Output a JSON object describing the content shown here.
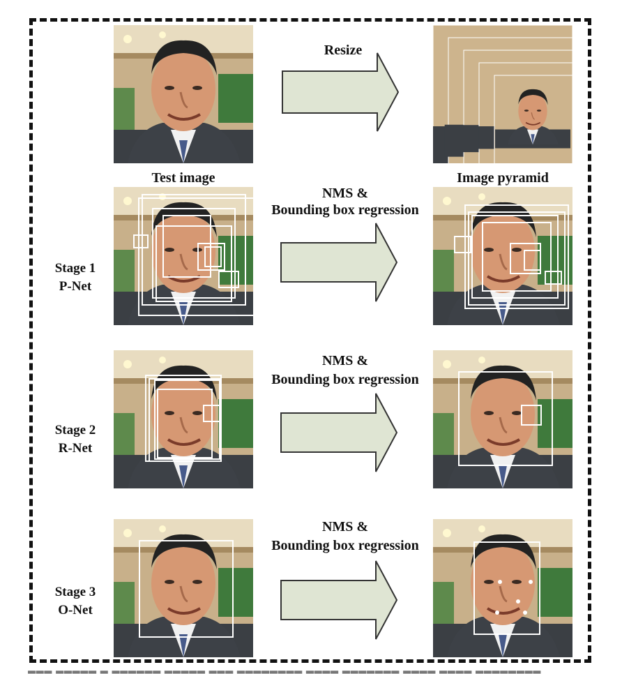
{
  "top": {
    "resize_label": "Resize",
    "test_image_label": "Test image",
    "image_pyramid_label": "Image pyramid"
  },
  "stages": [
    {
      "line1": "Stage 1",
      "line2": "P-Net",
      "op_line1": "NMS &",
      "op_line2": "Bounding box regression"
    },
    {
      "line1": "Stage 2",
      "line2": "R-Net",
      "op_line1": "NMS &",
      "op_line2": "Bounding box regression"
    },
    {
      "line1": "Stage 3",
      "line2": "O-Net",
      "op_line1": "NMS &",
      "op_line2": "Bounding box regression"
    }
  ],
  "colors": {
    "arrow_fill": "#dfe5d3",
    "arrow_stroke": "#333333",
    "box_stroke": "#ffffff",
    "frame": "#111111"
  }
}
